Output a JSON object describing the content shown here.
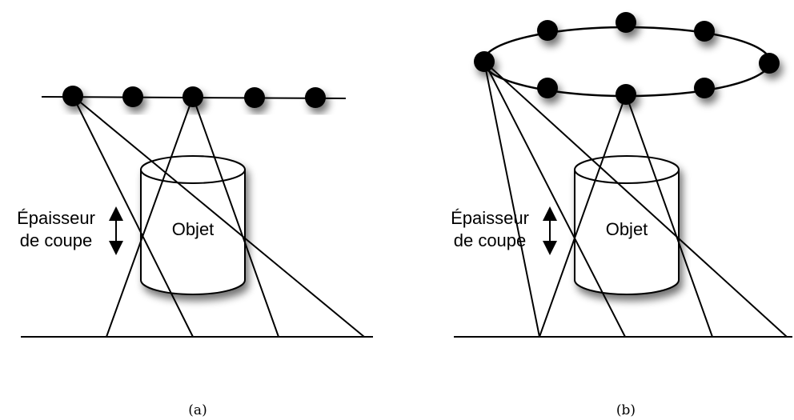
{
  "panels": [
    {
      "caption": "(a)",
      "thickness_label_line1": "Épaisseur",
      "thickness_label_line2": "de coupe",
      "object_label": "Objet"
    },
    {
      "caption": "(b)",
      "thickness_label_line1": "Épaisseur",
      "thickness_label_line2": "de coupe",
      "object_label": "Objet"
    }
  ]
}
